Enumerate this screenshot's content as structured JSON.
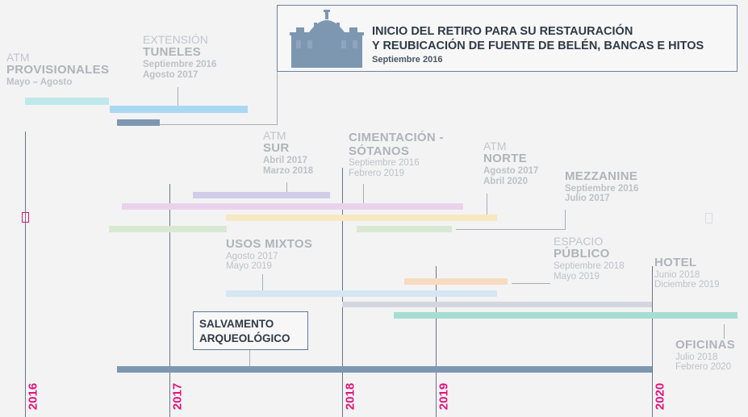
{
  "callout": {
    "line1": "INICIO DEL RETIRO PARA SU RESTAURACIÓN",
    "line2": "Y REUBICACIÓN DE FUENTE DE BELÉN, BANCAS E HITOS",
    "date": "Septiembre 2016",
    "icon": "building-icon"
  },
  "salvamento": {
    "line1": "SALVAMENTO",
    "line2": "ARQUEOLÓGICO"
  },
  "labels": {
    "atm_prov": {
      "pre": "ATM",
      "title": "PROVISIONALES",
      "d1": "Mayo – Agosto"
    },
    "tuneles": {
      "pre": "EXTENSIÓN",
      "title": "TUNELES",
      "d1": "Septiembre 2016",
      "d2": "Agosto  2017"
    },
    "atm_sur": {
      "pre": "ATM",
      "title": "SUR",
      "d1": "Abril 2017",
      "d2": "Marzo 2018"
    },
    "cimentacion": {
      "title1": "CIMENTACIÓN -",
      "title2": "SÓTANOS",
      "d1": "Septiembre 2016",
      "d2": "Febrero 2019"
    },
    "atm_norte": {
      "pre": "ATM",
      "title": "NORTE",
      "d1": "Agosto  2017",
      "d2": "Abril 2020"
    },
    "mezzanine": {
      "title": "MEZZANINE",
      "d1": "Septiembre 2016",
      "d2": "Julio 2017"
    },
    "usos_mixtos": {
      "title": "USOS MIXTOS",
      "d1": "Agosto 2017",
      "d2": "Mayo 2019"
    },
    "espacio_publico": {
      "pre": "ESPACIO",
      "title": "PÚBLICO",
      "d1": "Septiembre 2018",
      "d2": "Mayo 2019"
    },
    "hotel": {
      "title": "HOTEL",
      "d1": "Junio 2018",
      "d2": "Diciembre 2019"
    },
    "oficinas": {
      "title": "OFICINAS",
      "d1": "Julio 2018",
      "d2": "Febrero 2020"
    }
  },
  "years": [
    "2016",
    "2017",
    "2018",
    "2019",
    "2020"
  ],
  "colors": {
    "accent_year": "#e0137c",
    "atm_prov": "#bfe8ea",
    "tuneles": "#aad8f3",
    "fuente": "#7d97b1",
    "atm_sur": "#cfcde8",
    "cimentacion": "#ead3ea",
    "atm_norte": "#f6e8c2",
    "mezzanine": "#d9e8d2",
    "usos_mixtos": "#d6e6f2",
    "espacio_publico": "#f8dcc1",
    "hotel": "#d4d6df",
    "oficinas": "#a5ddd4",
    "salvamento": "#7d97b1"
  }
}
